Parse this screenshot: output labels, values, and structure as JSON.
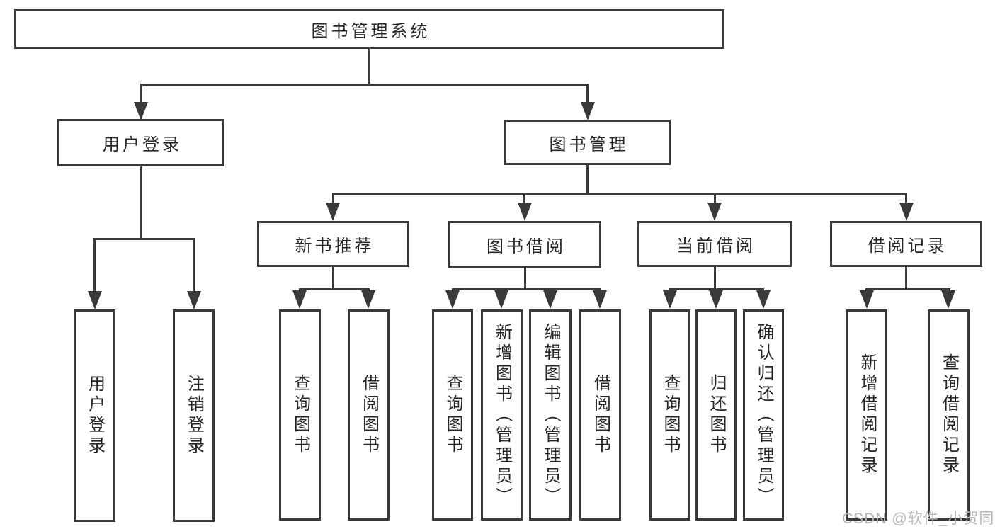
{
  "diagram": {
    "title": "图书管理系统",
    "level2": [
      "用户登录",
      "图书管理"
    ],
    "level3": [
      "新书推荐",
      "图书借阅",
      "当前借阅",
      "借阅记录"
    ],
    "leaves": {
      "user_login": [
        "用户登录",
        "注销登录"
      ],
      "new_book": [
        "查询图书",
        "借阅图书"
      ],
      "book_borrow": [
        "查询图书",
        "新增图书（管理员）",
        "编辑图书（管理员）",
        "借阅图书"
      ],
      "current_borrow": [
        "查询图书",
        "归还图书",
        "确认归还（管理员）"
      ],
      "borrow_record": [
        "新增借阅记录",
        "查询借阅记录"
      ]
    }
  },
  "watermark": "CSDN @软件_小贺同学",
  "colors": {
    "line": "#3a3a3a",
    "text": "#262626",
    "watermark": "#b5b5b5",
    "background": "#ffffff"
  }
}
